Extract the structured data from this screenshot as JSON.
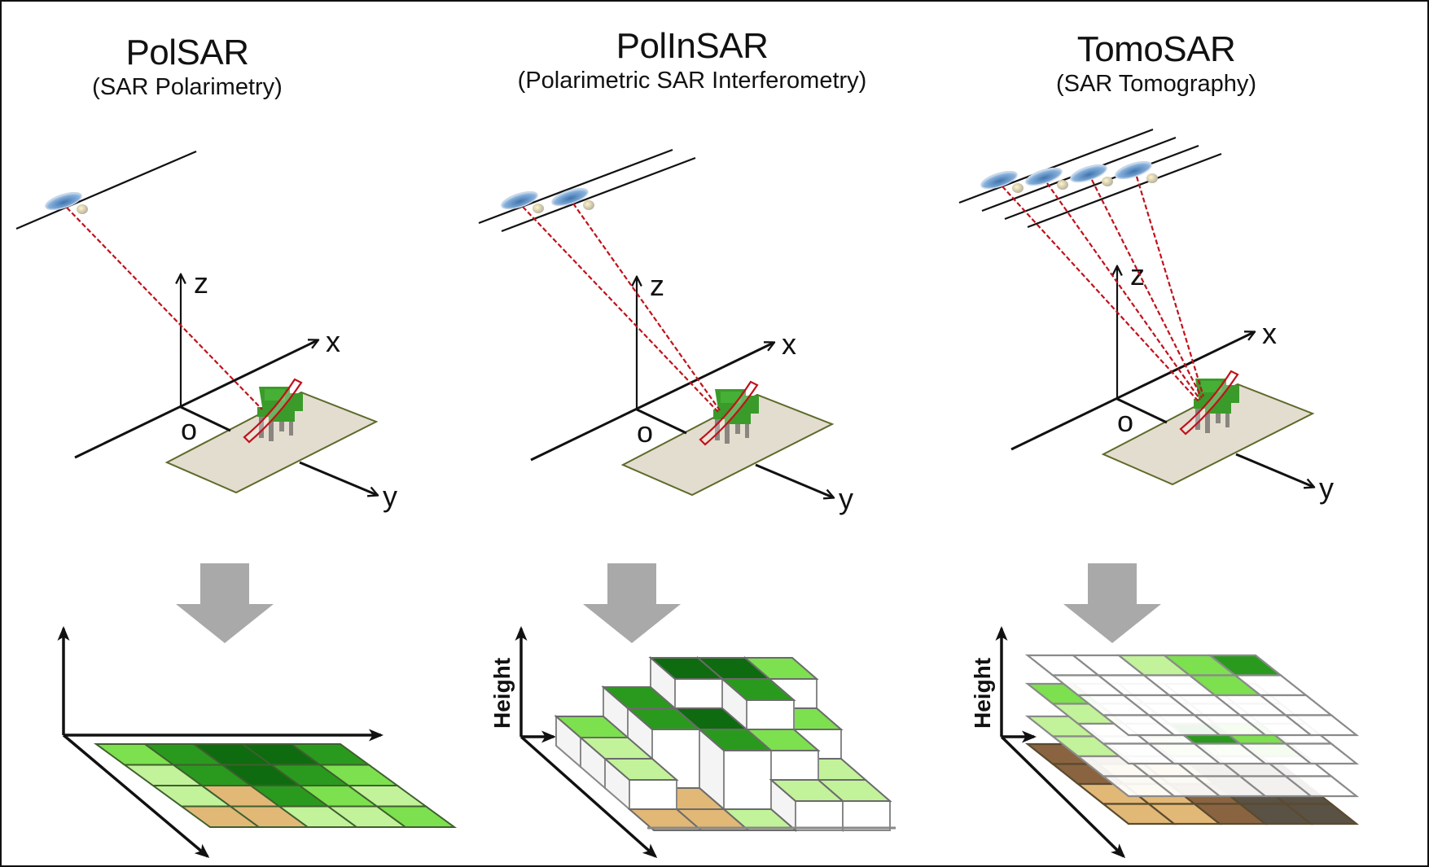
{
  "panels": [
    {
      "id": "polsar",
      "title": "PolSAR",
      "subtitle": "(SAR Polarimetry)",
      "satellites": 1,
      "axes": {
        "x": "x",
        "y": "y",
        "z": "z",
        "origin": "o"
      },
      "product": {
        "type": "flat-grid",
        "height_label": "",
        "grid": [
          [
            "light",
            "mid",
            "dark",
            "dark",
            "mid"
          ],
          [
            "pale",
            "mid",
            "dark",
            "mid",
            "light"
          ],
          [
            "pale",
            "tan",
            "mid",
            "light",
            "pale"
          ],
          [
            "tan",
            "tan",
            "pale",
            "pale",
            "light"
          ]
        ]
      }
    },
    {
      "id": "polinsar",
      "title": "PolInSAR",
      "subtitle": "(Polarimetric SAR Interferometry)",
      "satellites": 2,
      "axes": {
        "x": "x",
        "y": "y",
        "z": "z",
        "origin": "o"
      },
      "product": {
        "type": "height-blocks",
        "height_label": "Height",
        "grid": [
          [
            "light",
            "mid",
            "dark",
            "dark",
            "light"
          ],
          [
            "pale",
            "mid",
            "dark",
            "mid",
            "light"
          ],
          [
            "pale",
            "tan",
            "mid",
            "light",
            "pale"
          ],
          [
            "tan",
            "tan",
            "pale",
            "pale",
            "pale"
          ]
        ],
        "heights": [
          [
            1,
            2,
            3,
            3,
            3
          ],
          [
            1,
            2,
            2,
            3,
            2
          ],
          [
            1,
            0,
            2,
            2,
            1
          ],
          [
            0,
            0,
            0,
            1,
            1
          ]
        ]
      }
    },
    {
      "id": "tomosar",
      "title": "TomoSAR",
      "subtitle": "(SAR Tomography)",
      "satellites": 4,
      "axes": {
        "x": "x",
        "y": "y",
        "z": "z",
        "origin": "o"
      },
      "product": {
        "type": "layered-grids",
        "height_label": "Height",
        "layers": [
          [
            [
              "white",
              "white",
              "pale",
              "light",
              "mid"
            ],
            [
              "white",
              "white",
              "white",
              "light",
              "white"
            ],
            [
              "white",
              "white",
              "white",
              "white",
              "white"
            ],
            [
              "white",
              "white",
              "white",
              "white",
              "white"
            ]
          ],
          [
            [
              "light",
              "white",
              "white",
              "white",
              "white"
            ],
            [
              "pale",
              "white",
              "white",
              "white",
              "white"
            ],
            [
              "white",
              "white",
              "mid",
              "light",
              "white"
            ],
            [
              "white",
              "white",
              "white",
              "white",
              "white"
            ]
          ],
          [
            [
              "pale",
              "white",
              "pale",
              "light",
              "pale"
            ],
            [
              "pale",
              "white",
              "pale",
              "pale",
              "light"
            ],
            [
              "white",
              "white",
              "white",
              "white",
              "white"
            ],
            [
              "white",
              "white",
              "white",
              "white",
              "white"
            ]
          ],
          [
            [
              "brown",
              "brown",
              "brown",
              "darkbrown",
              "darkbrown"
            ],
            [
              "brown",
              "tan",
              "tan",
              "darkbrown",
              "darkbrown"
            ],
            [
              "tan",
              "tan",
              "brown",
              "darkbrown",
              "darkbrown"
            ],
            [
              "tan",
              "tan",
              "brown",
              "darkbrown",
              "darkbrown"
            ]
          ]
        ]
      }
    }
  ],
  "colors": {
    "dark": "#0f6b0f",
    "mid": "#2a9a1e",
    "light": "#7de04f",
    "pale": "#c2f29a",
    "tan": "#e2b877",
    "brown": "#8a6440",
    "darkbrown": "#5a5244",
    "white": "#ffffff",
    "beam": "#c0121c",
    "arrow": "#a9a9a9",
    "ground": "#e3ddcf",
    "ground_edge": "#5e6a2a",
    "tree": "#3a9b2a",
    "satellite": "#5a8fc4"
  }
}
